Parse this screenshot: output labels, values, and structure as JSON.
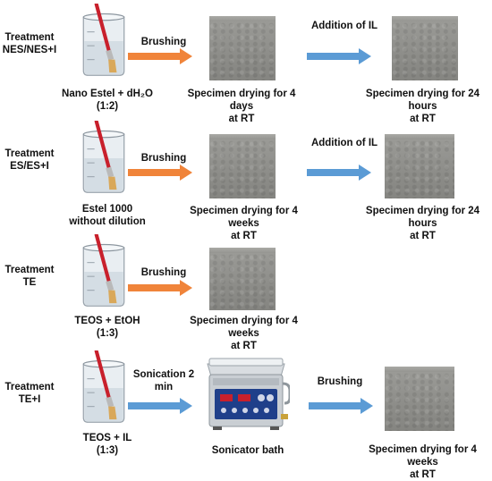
{
  "rows": [
    {
      "treatment": "Treatment\nNES/NES+I",
      "beaker_label": "Nano Estel + dH₂O\n(1:2)",
      "arrow1": {
        "label": "Brushing",
        "color": "#f0843a"
      },
      "specimen1": "Specimen drying for 4 days\nat RT",
      "arrow2": {
        "label": "Addition of IL",
        "color": "#5b9bd5"
      },
      "specimen2": "Specimen drying for 24 hours\nat RT"
    },
    {
      "treatment": "Treatment\nES/ES+I",
      "beaker_label": "Estel 1000\nwithout dilution",
      "arrow1": {
        "label": "Brushing",
        "color": "#f0843a"
      },
      "specimen1": "Specimen drying for 4 weeks\nat RT",
      "arrow2": {
        "label": "Addition of IL",
        "color": "#5b9bd5"
      },
      "specimen2": "Specimen drying for 24 hours\nat RT"
    },
    {
      "treatment": "Treatment\nTE",
      "beaker_label": "TEOS + EtOH\n(1:3)",
      "arrow1": {
        "label": "Brushing",
        "color": "#f0843a"
      },
      "specimen1": "Specimen drying for 4 weeks\nat RT"
    },
    {
      "treatment": "Treatment\nTE+I",
      "beaker_label": "TEOS + IL\n(1:3)",
      "arrow1": {
        "label": "Sonication 2\nmin",
        "color": "#5b9bd5"
      },
      "device": "Sonicator bath",
      "arrow2": {
        "label": "Brushing",
        "color": "#5b9bd5"
      },
      "specimen2": "Specimen drying for 4 weeks\nat RT"
    }
  ]
}
